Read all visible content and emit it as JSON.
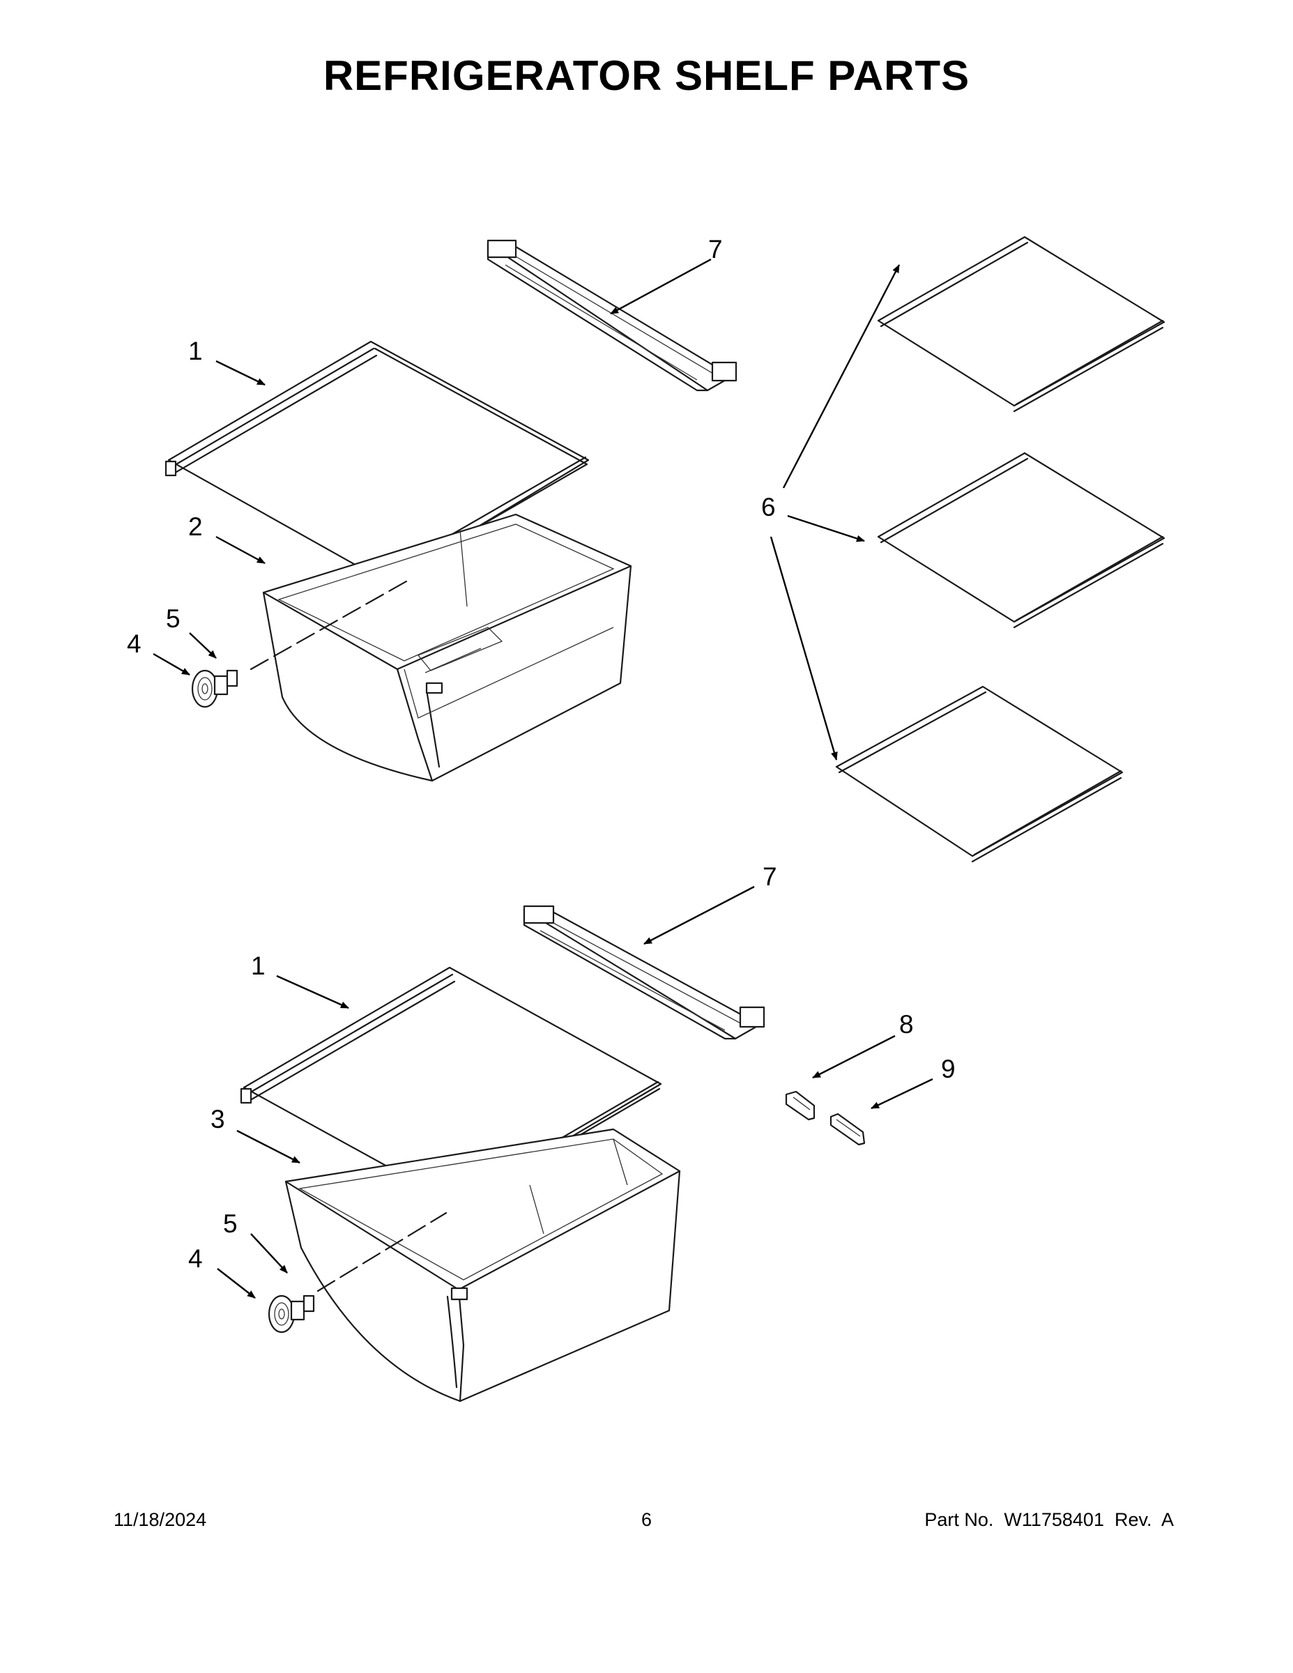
{
  "page_title": "REFRIGERATOR SHELF PARTS",
  "callouts": {
    "shelf_upper": "1",
    "crisper_upper": "2",
    "crisper_lower": "3",
    "pivot_upper": "4",
    "clip_upper": "5",
    "pivot_lower": "4",
    "clip_lower": "5",
    "rails": "6",
    "track_upper": "7",
    "shelf_lower": "1",
    "track_lower": "7",
    "part_8": "8",
    "part_9": "9"
  },
  "footer": {
    "date": "11/18/2024",
    "page": "6",
    "part_no": "Part No.  W11758401  Rev.  A"
  }
}
